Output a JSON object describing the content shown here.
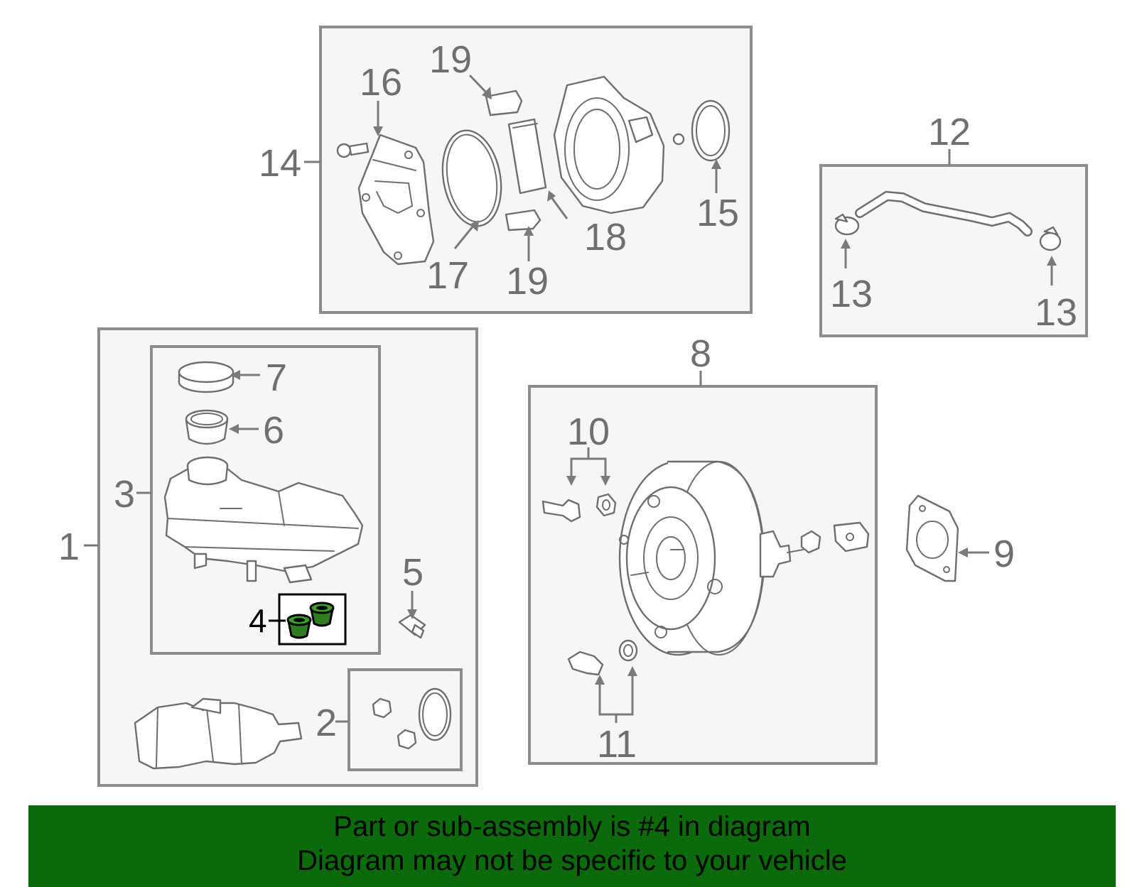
{
  "callouts": {
    "c1": "1",
    "c2": "2",
    "c3": "3",
    "c4": "4",
    "c5": "5",
    "c6": "6",
    "c7": "7",
    "c8": "8",
    "c9": "9",
    "c10": "10",
    "c11": "11",
    "c12": "12",
    "c13a": "13",
    "c13b": "13",
    "c14": "14",
    "c15": "15",
    "c16": "16",
    "c17": "17",
    "c18": "18",
    "c19a": "19",
    "c19b": "19"
  },
  "highlight": {
    "part": "4",
    "color": "#2f7d1f"
  },
  "banner": {
    "line1": "Part or sub-assembly is #4 in diagram",
    "line2": "Diagram may not be specific to your vehicle",
    "background": "#0b6b0b"
  }
}
